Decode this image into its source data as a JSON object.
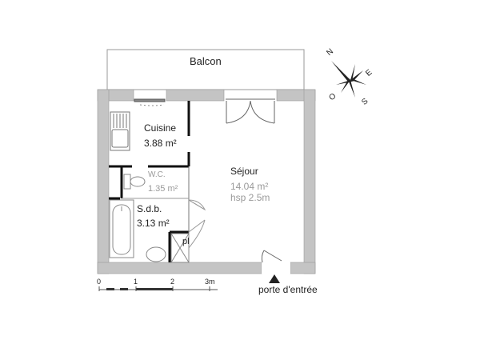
{
  "plan": {
    "balcony": {
      "label": "Balcon"
    },
    "rooms": [
      {
        "name": "Cuisine",
        "area": "3.88 m²"
      },
      {
        "name": "W.C.",
        "area": "1.35 m²"
      },
      {
        "name": "S.d.b.",
        "area": "3.13 m²"
      },
      {
        "name": "Séjour",
        "area": "14.04 m²",
        "height": "hsp 2.5m"
      }
    ],
    "closet_label": "pl",
    "entrance_label": "porte d'entrée",
    "compass": {
      "n": "N",
      "e": "E",
      "s": "S",
      "o": "O"
    },
    "scale": {
      "ticks": [
        "0",
        "1",
        "2",
        "3m"
      ]
    },
    "colors": {
      "wall": "#c4c4c4",
      "line": "#333333",
      "fixture": "#888888"
    }
  }
}
